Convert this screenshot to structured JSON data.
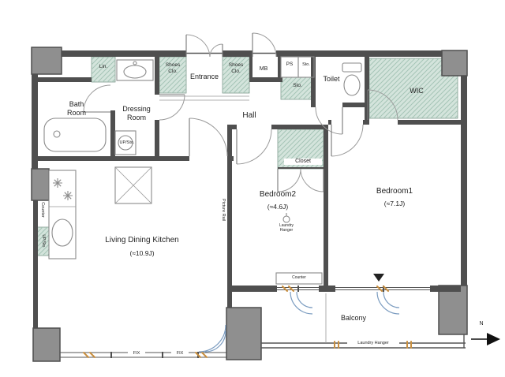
{
  "plan": {
    "rooms": {
      "bath": "Bath Room",
      "dressing": "Dressing Room",
      "entrance": "Entrance",
      "hall": "Hall",
      "toilet": "Toilet",
      "wic": "WIC",
      "bedroom2": "Bedroom2",
      "bedroom2_size": "(≈4.6J)",
      "bedroom1": "Bedroom1",
      "bedroom1_size": "(≈7.1J)",
      "ldk": "Living Dining Kitchen",
      "ldk_size": "(≈10.9J)",
      "balcony": "Balcony"
    },
    "storage": {
      "lin": "Lin.",
      "shoes_left": "Shoes Clo.",
      "shoes_right": "Shoes Clo.",
      "mb": "MB",
      "ps": "PS",
      "sto_top": "Sto.",
      "sto_mid": "Sto.",
      "closet": "Closet"
    },
    "features": {
      "up_sto_dressing": "UP/Sto.",
      "up_sto_kitchen": "UP/Sto.",
      "counter_kitchen": "Counter",
      "counter_bedroom2": "Counter",
      "picture_rail": "Picture Rail",
      "laundry_hanger_bedroom2": "Laundry Hanger",
      "laundry_hanger_balcony": "Laundry Hanger",
      "fix_window_left": "FIX",
      "fix_window_right": "FIX",
      "compass_north": "N"
    },
    "colors": {
      "wall": "#4f4f4f",
      "column_fill": "#8f8f8f",
      "closet_fill": "#d4e4dc",
      "closet_hatch": "#a5c4b6",
      "fixture_line": "#8a8a8a",
      "accent_wood": "#c98f3f",
      "accent_blue": "#7b9cc0",
      "label_text": "#1f1f1f"
    }
  }
}
